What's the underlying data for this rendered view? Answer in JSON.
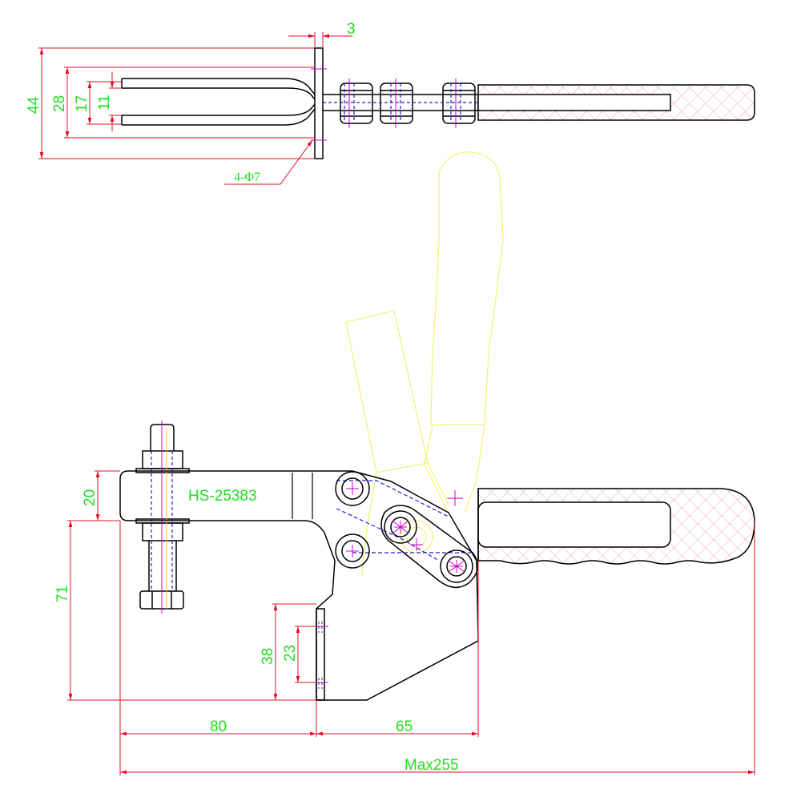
{
  "model_label": "HS-25383",
  "hole_callout": "4-Φ7",
  "dims": {
    "top_thickness": "3",
    "top_44": "44",
    "top_28": "28",
    "top_17": "17",
    "top_11": "11",
    "side_20": "20",
    "side_71": "71",
    "side_38": "38",
    "side_23": "23",
    "bottom_80": "80",
    "bottom_65": "65",
    "overall": "Max255"
  },
  "colors": {
    "outline": "#000000",
    "dimension": "#e0102a",
    "dimension_text": "#22dd22",
    "hidden": "#2222cc",
    "centerline": "#cc00cc",
    "phantom": "#f2f27a",
    "grip_hatch": "#e8a8a8"
  }
}
